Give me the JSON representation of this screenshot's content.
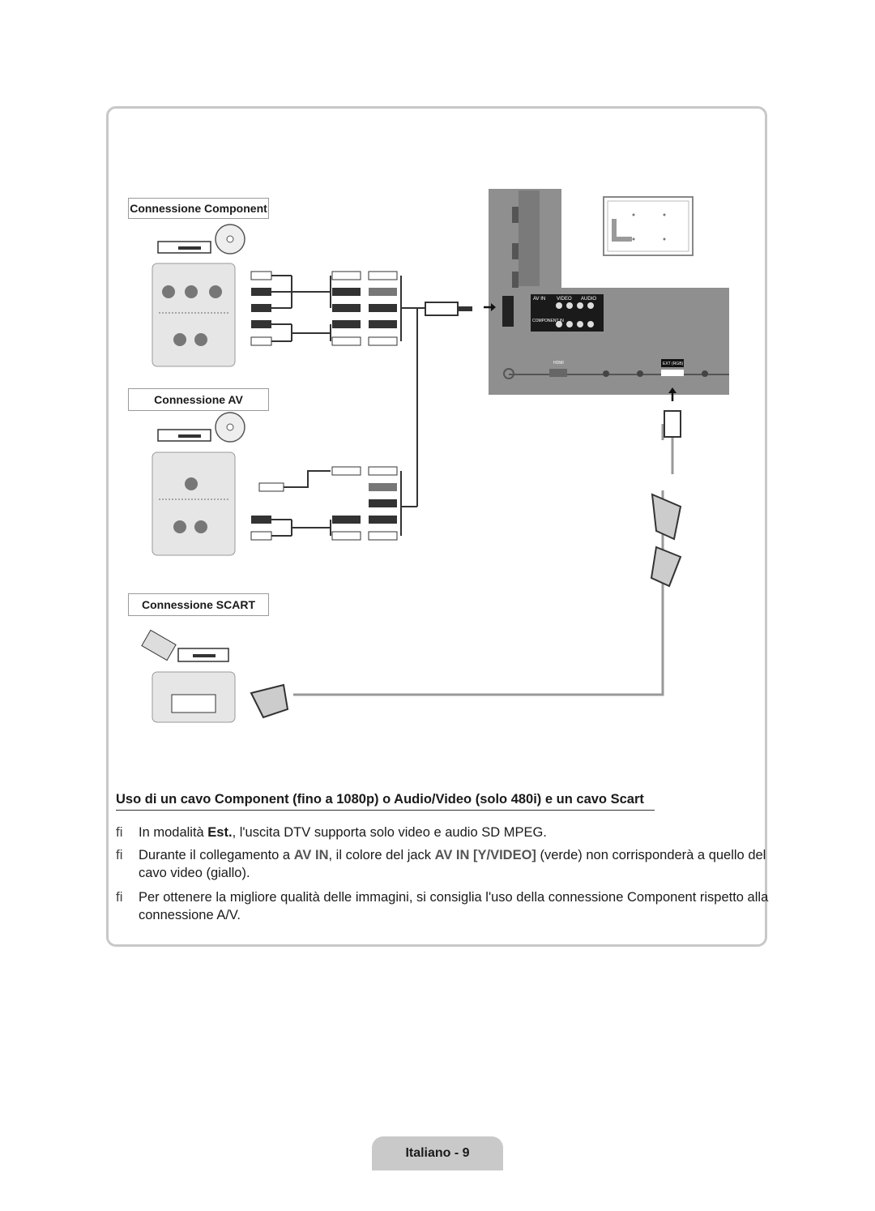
{
  "labels": {
    "component": "Connessione Component",
    "av": "Connessione AV",
    "scart": "Connessione SCART"
  },
  "tv_panel": {
    "av_in": "AV IN",
    "video": "VIDEO",
    "audio": "AUDIO",
    "component_in": "COMPONENT IN",
    "hdmi": "HDMI",
    "ext_rgb": "EXT (RGB)"
  },
  "heading": "Uso di un cavo Component (fino a 1080p) o Audio/Video (solo 480i) e un cavo Scart",
  "notes": [
    {
      "marker": "ﬁ",
      "parts": [
        "In modalità ",
        "Est.",
        ", l'uscita DTV supporta solo video e audio SD MPEG."
      ]
    },
    {
      "marker": "ﬁ",
      "parts": [
        "Durante il collegamento a ",
        "AV IN",
        ", il colore del jack ",
        "AV IN [Y/VIDEO]",
        " (verde) non corrisponderà a quello del cavo video (giallo)."
      ]
    },
    {
      "marker": "ﬁ",
      "parts": [
        "Per ottenere la migliore qualità delle immagini, si consiglia l'uso della connessione Component rispetto alla connessione A/V."
      ]
    }
  ],
  "footer": "Italiano - 9"
}
